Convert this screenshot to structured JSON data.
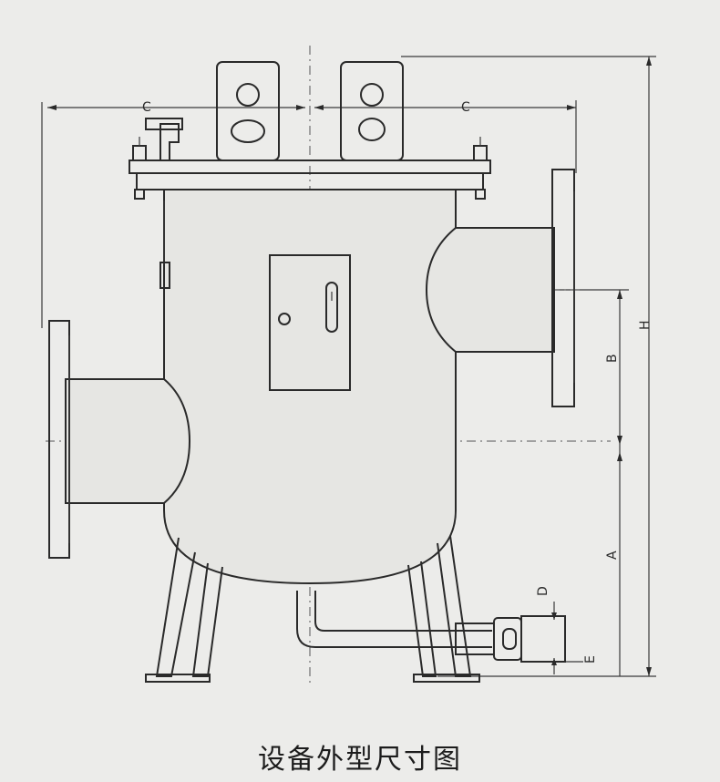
{
  "caption": "设备外型尺寸图",
  "dimensions": {
    "c_left": "C",
    "c_right": "C",
    "h": "H",
    "a": "A",
    "b": "B",
    "d": "D",
    "e": "E"
  }
}
